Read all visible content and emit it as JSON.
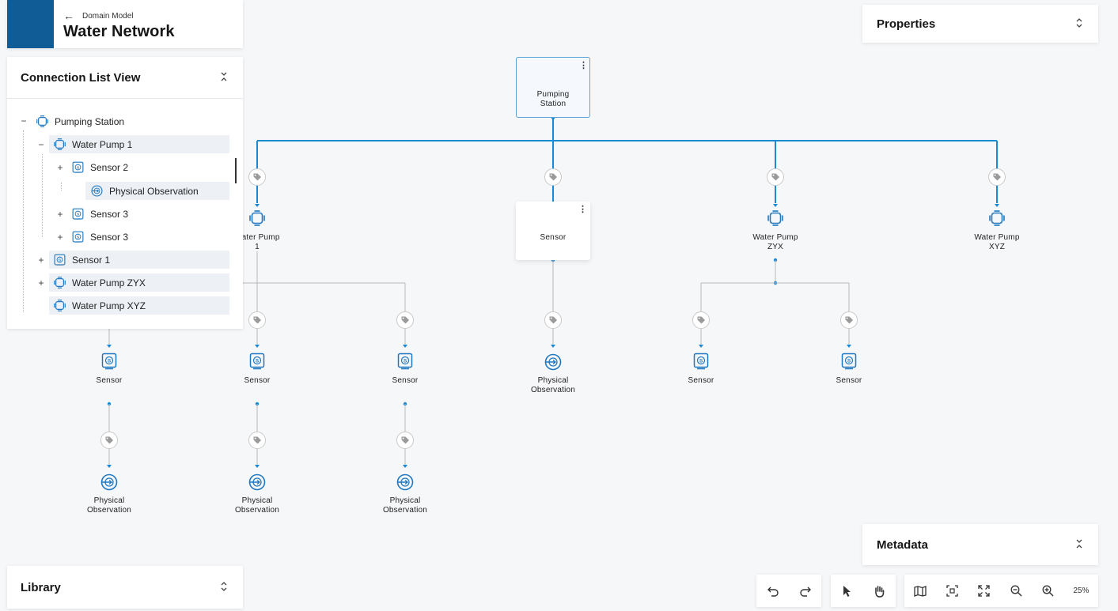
{
  "header": {
    "breadcrumb": "Domain Model",
    "title": "Water Network"
  },
  "connection_panel": {
    "title": "Connection List View",
    "tree": [
      {
        "label": "Pumping Station",
        "toggle": "−"
      },
      {
        "label": "Water Pump 1",
        "toggle": "−"
      },
      {
        "label": "Sensor 2",
        "toggle": "+"
      },
      {
        "label": "Physical Observation",
        "toggle": ""
      },
      {
        "label": "Sensor 3",
        "toggle": "+"
      },
      {
        "label": "Sensor 3",
        "toggle": "+"
      },
      {
        "label": "Sensor 1",
        "toggle": "+"
      },
      {
        "label": "Water Pump ZYX",
        "toggle": "+"
      },
      {
        "label": "Water Pump XYZ",
        "toggle": ""
      }
    ]
  },
  "properties_panel": {
    "title": "Properties"
  },
  "metadata_panel": {
    "title": "Metadata"
  },
  "library_panel": {
    "title": "Library"
  },
  "toolbar": {
    "zoom": "25%"
  },
  "graph": {
    "root": {
      "line1": "Pumping",
      "line2": "Station"
    },
    "level1": [
      {
        "line1": "Water Pump",
        "line2": "1"
      },
      {
        "line1": "Sensor",
        "line2": ""
      },
      {
        "line1": "Water Pump",
        "line2": "ZYX"
      },
      {
        "line1": "Water Pump",
        "line2": "XYZ"
      }
    ],
    "level2": [
      {
        "line1": "Sensor",
        "line2": ""
      },
      {
        "line1": "Sensor",
        "line2": ""
      },
      {
        "line1": "Sensor",
        "line2": ""
      },
      {
        "line1": "Physical",
        "line2": "Observation"
      },
      {
        "line1": "Sensor",
        "line2": ""
      },
      {
        "line1": "Sensor",
        "line2": ""
      }
    ],
    "level3": [
      {
        "line1": "Physical",
        "line2": "Observation"
      },
      {
        "line1": "Physical",
        "line2": "Observation"
      },
      {
        "line1": "Physical",
        "line2": "Observation"
      }
    ]
  },
  "colors": {
    "accent": "#1a8ad4",
    "brand": "#0f5c96",
    "connector_gray": "#b8b8b8",
    "icon_blue": "#1f78c1"
  }
}
